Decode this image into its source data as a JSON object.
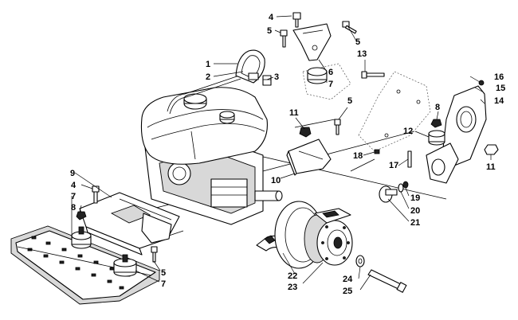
{
  "callouts": [
    {
      "id": "c1",
      "label": "1"
    },
    {
      "id": "c2",
      "label": "2"
    },
    {
      "id": "c3",
      "label": "3"
    },
    {
      "id": "c4a",
      "label": "4"
    },
    {
      "id": "c5a",
      "label": "5"
    },
    {
      "id": "c5b",
      "label": "5"
    },
    {
      "id": "c6",
      "label": "6"
    },
    {
      "id": "c7a",
      "label": "7"
    },
    {
      "id": "c13",
      "label": "13"
    },
    {
      "id": "c16",
      "label": "16"
    },
    {
      "id": "c15",
      "label": "15"
    },
    {
      "id": "c14",
      "label": "14"
    },
    {
      "id": "c5c",
      "label": "5"
    },
    {
      "id": "c11a",
      "label": "11"
    },
    {
      "id": "c8a",
      "label": "8"
    },
    {
      "id": "c12",
      "label": "12"
    },
    {
      "id": "c18",
      "label": "18"
    },
    {
      "id": "c17",
      "label": "17"
    },
    {
      "id": "c11b",
      "label": "11"
    },
    {
      "id": "c10",
      "label": "10"
    },
    {
      "id": "c9",
      "label": "9"
    },
    {
      "id": "c4b",
      "label": "4"
    },
    {
      "id": "c7b",
      "label": "7"
    },
    {
      "id": "c8b",
      "label": "8"
    },
    {
      "id": "c19",
      "label": "19"
    },
    {
      "id": "c20",
      "label": "20"
    },
    {
      "id": "c21",
      "label": "21"
    },
    {
      "id": "c5d",
      "label": "5"
    },
    {
      "id": "c7c",
      "label": "7"
    },
    {
      "id": "c22",
      "label": "22"
    },
    {
      "id": "c23",
      "label": "23"
    },
    {
      "id": "c24",
      "label": "24"
    },
    {
      "id": "c25",
      "label": "25"
    }
  ]
}
